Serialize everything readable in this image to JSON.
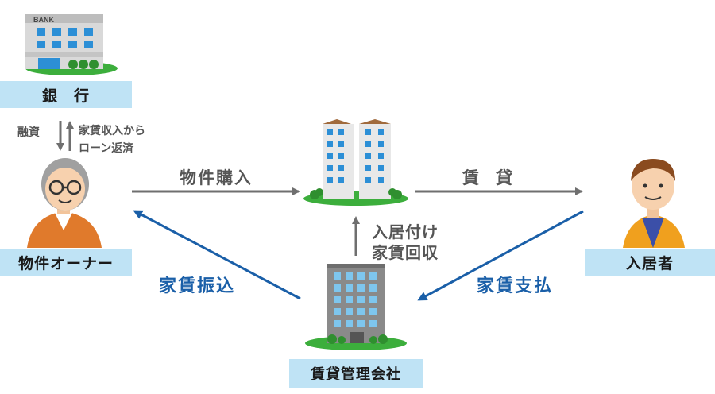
{
  "nodes": {
    "bank": {
      "label": "銀　行",
      "sign": "BANK"
    },
    "owner": {
      "label": "物件オーナー"
    },
    "tenant": {
      "label": "入居者"
    },
    "management": {
      "label": "賃貸管理会社"
    }
  },
  "edges": {
    "bank_to_owner": "融資",
    "owner_to_bank": "家賃収入から\nローン返済",
    "purchase": "物件購入",
    "lease": "賃　貸",
    "tenant_placement": "入居付け\n家賃回収",
    "rent_payment": "家賃支払",
    "rent_transfer": "家賃振込"
  },
  "colors": {
    "label_bg": "#bfe3f5",
    "gray_arrow": "#6f6f6f",
    "blue_arrow": "#1a5fa8",
    "grass": "#3cae3c"
  }
}
